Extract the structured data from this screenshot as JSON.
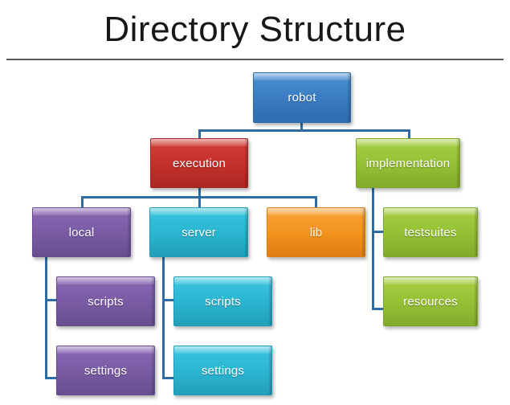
{
  "title": "Directory Structure",
  "colors": {
    "connector": "#2e6da4",
    "blue": "#3a7cc2",
    "red": "#c5322c",
    "green": "#96c236",
    "purple": "#7a5ca5",
    "cyan": "#2bb6d2",
    "orange": "#f2941f",
    "title_text": "#181818",
    "rule": "#5a5a5a",
    "node_text": "#ffffff"
  },
  "tree": {
    "root": {
      "label": "robot",
      "color": "blue"
    },
    "level2": [
      {
        "label": "execution",
        "color": "red"
      },
      {
        "label": "implementation",
        "color": "green"
      }
    ],
    "level3": [
      {
        "label": "local",
        "color": "purple"
      },
      {
        "label": "server",
        "color": "cyan"
      },
      {
        "label": "lib",
        "color": "orange"
      },
      {
        "label": "testsuites",
        "color": "green"
      }
    ],
    "level4": [
      {
        "label": "scripts",
        "color": "purple"
      },
      {
        "label": "scripts",
        "color": "cyan"
      },
      {
        "label": "resources",
        "color": "green"
      }
    ],
    "level5": [
      {
        "label": "settings",
        "color": "purple"
      },
      {
        "label": "settings",
        "color": "cyan"
      }
    ]
  }
}
